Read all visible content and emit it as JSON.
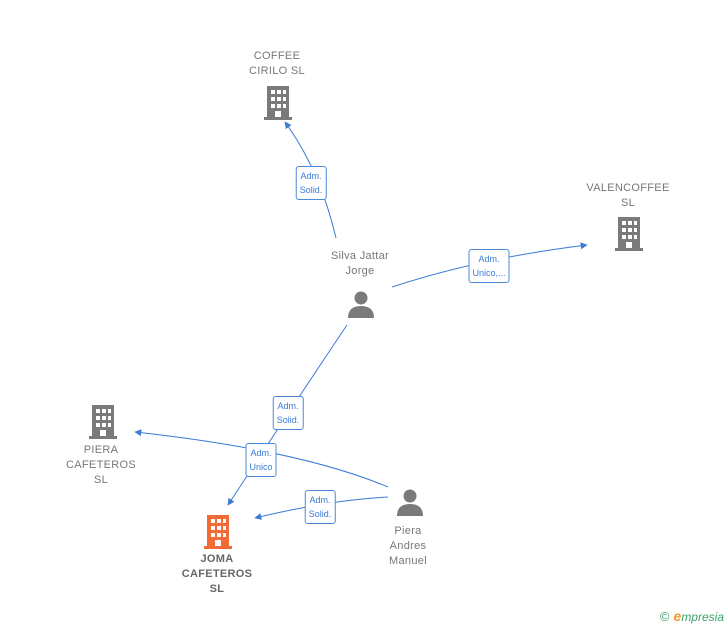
{
  "nodes": {
    "coffee_cirilo": {
      "label": "COFFEE\nCIRILO  SL",
      "type": "company",
      "color": "#7a7a7a"
    },
    "valencoffee": {
      "label": "VALENCOFFEE\nSL",
      "type": "company",
      "color": "#7a7a7a"
    },
    "silva_jattar": {
      "label": "Silva Jattar\nJorge",
      "type": "person",
      "color": "#7a7a7a"
    },
    "piera_cafeteros": {
      "label": "PIERA\nCAFETEROS\nSL",
      "type": "company",
      "color": "#7a7a7a"
    },
    "joma_cafeteros": {
      "label": "JOMA\nCAFETEROS\nSL",
      "type": "company",
      "color": "#f26a35"
    },
    "piera_andres": {
      "label": "Piera\nAndres\nManuel",
      "type": "person",
      "color": "#7a7a7a"
    }
  },
  "edges": {
    "silva_to_coffee": {
      "label": "Adm.\nSolid."
    },
    "silva_to_valencoffee": {
      "label": "Adm.\nUnico,..."
    },
    "silva_to_joma": {
      "label": "Adm.\nSolid."
    },
    "piera_to_pieracafe": {
      "label": "Adm.\nUnico"
    },
    "piera_to_joma": {
      "label": "Adm.\nSolid."
    }
  },
  "colors": {
    "edge": "#3a7bd5",
    "node": "#7a7a7a",
    "highlight": "#f26a35"
  },
  "brand": {
    "copyright": "©",
    "initial": "e",
    "name": "mpresia"
  }
}
